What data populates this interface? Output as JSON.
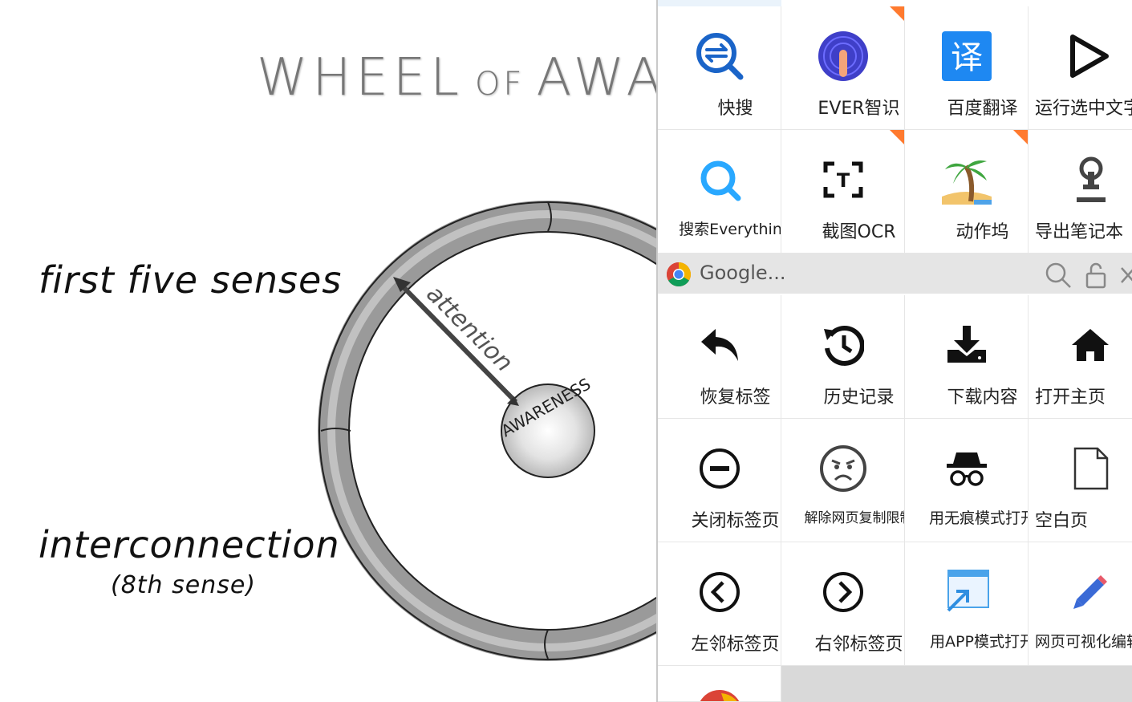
{
  "drawing": {
    "title_big1": "WHEEL",
    "title_small": "OF",
    "title_big2": "AWA",
    "label_senses": "first five senses",
    "label_interconnection": "interconnection",
    "label_eighth": "(8th sense)",
    "arrow_label": "attention",
    "hub_label": "AWARENESS"
  },
  "panel": {
    "rows1": [
      {
        "label": "快搜",
        "icon": "search-swap-icon"
      },
      {
        "label": "EVER智识",
        "icon": "ever-logo-icon"
      },
      {
        "label": "百度翻译",
        "icon": "translate-icon"
      },
      {
        "label": "运行选中文字",
        "icon": "play-icon"
      }
    ],
    "rows2": [
      {
        "label": "搜索Everything",
        "icon": "everything-search-icon"
      },
      {
        "label": "截图OCR",
        "icon": "ocr-icon"
      },
      {
        "label": "动作坞",
        "icon": "palm-tree-icon"
      },
      {
        "label": "导出笔记本",
        "icon": "export-notebook-icon"
      }
    ],
    "browser": {
      "title": "Google..."
    },
    "rows3": [
      {
        "label": "恢复标签",
        "icon": "undo-icon"
      },
      {
        "label": "历史记录",
        "icon": "history-icon"
      },
      {
        "label": "下载内容",
        "icon": "download-icon"
      },
      {
        "label": "打开主页",
        "icon": "home-icon"
      }
    ],
    "rows4": [
      {
        "label": "关闭标签页",
        "icon": "minus-circle-icon"
      },
      {
        "label": "解除网页复制限制",
        "icon": "angry-face-icon"
      },
      {
        "label": "用无痕模式打开",
        "icon": "incognito-icon"
      },
      {
        "label": "空白页",
        "icon": "blank-page-icon"
      }
    ],
    "rows5": [
      {
        "label": "左邻标签页",
        "icon": "chevron-left-circle-icon"
      },
      {
        "label": "右邻标签页",
        "icon": "chevron-right-circle-icon"
      },
      {
        "label": "用APP模式打开",
        "icon": "app-mode-icon"
      },
      {
        "label": "网页可视化编辑",
        "icon": "pencil-icon"
      }
    ]
  }
}
